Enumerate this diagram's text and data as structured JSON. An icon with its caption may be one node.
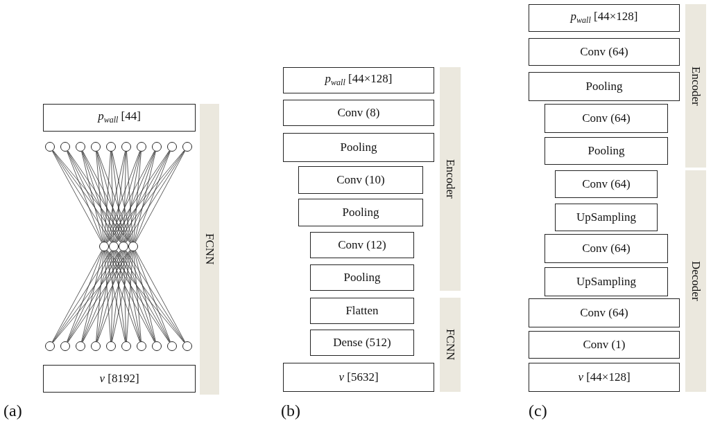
{
  "diagram": {
    "nodes": [
      {
        "text": [
          "*p*$_{wall}$ [44]"
        ]
      },
      {
        "text": [
          "FCNN"
        ]
      },
      {
        "text": [],
        "shape": "circle"
      },
      {
        "text": [],
        "shape": "circle"
      },
      {
        "text": [],
        "shape": "circle"
      },
      {
        "text": [],
        "shape": "circle"
      },
      {
        "text": [],
        "shape": "circle"
      },
      {
        "text": [],
        "shape": "circle"
      },
      {
        "text": [],
        "shape": "circle"
      },
      {
        "text": [],
        "shape": "circle"
      },
      {
        "text": [],
        "shape": "circle"
      },
      {
        "text": [],
        "shape": "circle"
      },
      {
        "text": [],
        "shape": "circle"
      },
      {
        "text": [],
        "shape": "circle"
      },
      {
        "text": [],
        "shape": "circle"
      },
      {
        "text": [],
        "shape": "circle"
      },
      {
        "text": [],
        "shape": "circle"
      },
      {
        "text": [],
        "shape": "circle"
      },
      {
        "text": [],
        "shape": "circle"
      },
      {
        "text": [],
        "shape": "circle"
      },
      {
        "text": [],
        "shape": "circle"
      },
      {
        "text": [],
        "shape": "circle"
      },
      {
        "text": [],
        "shape": "circle"
      },
      {
        "text": [],
        "shape": "circle"
      },
      {
        "text": [],
        "shape": "circle"
      },
      {
        "text": [],
        "shape": "circle"
      },
      {
        "text": [
          "*v* [8192]"
        ]
      },
      {
        "text": [
          "*p*$_{wall}$ [44×128]"
        ]
      },
      {
        "text": [
          "Encoder"
        ]
      },
      {
        "text": [
          "Conv (8)"
        ]
      },
      {
        "text": [
          "Pooling"
        ]
      },
      {
        "text": [
          "Conv (10)"
        ]
      },
      {
        "text": [
          "Pooling"
        ]
      },
      {
        "text": [
          "Conv (12)"
        ]
      },
      {
        "text": [
          "Pooling"
        ]
      },
      {
        "text": [
          "FCNN"
        ]
      },
      {
        "text": [
          "Flatten"
        ]
      },
      {
        "text": [
          "Dense (512)"
        ]
      },
      {
        "text": [
          "*v* [5632]"
        ]
      },
      {
        "text": [
          "*p*$_{wall}$ [44×128]"
        ]
      },
      {
        "text": [
          "Encoder"
        ]
      },
      {
        "text": [
          "Conv (64)"
        ]
      },
      {
        "text": [
          "Pooling"
        ]
      },
      {
        "text": [
          "Conv (64)"
        ]
      },
      {
        "text": [
          "Pooling"
        ]
      },
      {
        "text": [
          "Decoder"
        ]
      },
      {
        "text": [
          "Conv (64)"
        ]
      },
      {
        "text": [
          "UpSampling"
        ]
      },
      {
        "text": [
          "Conv (64)"
        ]
      },
      {
        "text": [
          "UpSampling"
        ]
      },
      {
        "text": [
          "Conv (64)"
        ]
      },
      {
        "text": [
          "Conv (1)"
        ]
      },
      {
        "text": [
          "*v* [44×128]"
        ]
      }
    ],
    "edges": [
      {
        "from": 2,
        "to": 12,
        "arrow": "none"
      },
      {
        "from": 2,
        "to": 13,
        "arrow": "none"
      },
      {
        "from": 2,
        "to": 14,
        "arrow": "none"
      },
      {
        "from": 2,
        "to": 15,
        "arrow": "none"
      },
      {
        "from": 3,
        "to": 12,
        "arrow": "none"
      },
      {
        "from": 3,
        "to": 13,
        "arrow": "none"
      },
      {
        "from": 3,
        "to": 14,
        "arrow": "none"
      },
      {
        "from": 3,
        "to": 15,
        "arrow": "none"
      },
      {
        "from": 4,
        "to": 12,
        "arrow": "none"
      },
      {
        "from": 4,
        "to": 13,
        "arrow": "none"
      },
      {
        "from": 4,
        "to": 14,
        "arrow": "none"
      },
      {
        "from": 4,
        "to": 15,
        "arrow": "none"
      },
      {
        "from": 5,
        "to": 12,
        "arrow": "none"
      },
      {
        "from": 5,
        "to": 13,
        "arrow": "none"
      },
      {
        "from": 5,
        "to": 14,
        "arrow": "none"
      },
      {
        "from": 5,
        "to": 15,
        "arrow": "none"
      },
      {
        "from": 6,
        "to": 12,
        "arrow": "none"
      },
      {
        "from": 6,
        "to": 13,
        "arrow": "none"
      },
      {
        "from": 6,
        "to": 14,
        "arrow": "none"
      },
      {
        "from": 6,
        "to": 15,
        "arrow": "none"
      },
      {
        "from": 7,
        "to": 12,
        "arrow": "none"
      },
      {
        "from": 7,
        "to": 13,
        "arrow": "none"
      },
      {
        "from": 7,
        "to": 14,
        "arrow": "none"
      },
      {
        "from": 7,
        "to": 15,
        "arrow": "none"
      },
      {
        "from": 8,
        "to": 12,
        "arrow": "none"
      },
      {
        "from": 8,
        "to": 13,
        "arrow": "none"
      },
      {
        "from": 8,
        "to": 14,
        "arrow": "none"
      },
      {
        "from": 8,
        "to": 15,
        "arrow": "none"
      },
      {
        "from": 9,
        "to": 12,
        "arrow": "none"
      },
      {
        "from": 9,
        "to": 13,
        "arrow": "none"
      },
      {
        "from": 9,
        "to": 14,
        "arrow": "none"
      },
      {
        "from": 9,
        "to": 15,
        "arrow": "none"
      },
      {
        "from": 10,
        "to": 12,
        "arrow": "none"
      },
      {
        "from": 10,
        "to": 13,
        "arrow": "none"
      },
      {
        "from": 10,
        "to": 14,
        "arrow": "none"
      },
      {
        "from": 10,
        "to": 15,
        "arrow": "none"
      },
      {
        "from": 11,
        "to": 12,
        "arrow": "none"
      },
      {
        "from": 11,
        "to": 13,
        "arrow": "none"
      },
      {
        "from": 11,
        "to": 14,
        "arrow": "none"
      },
      {
        "from": 11,
        "to": 15,
        "arrow": "none"
      },
      {
        "from": 12,
        "to": 16,
        "arrow": "none"
      },
      {
        "from": 12,
        "to": 17,
        "arrow": "none"
      },
      {
        "from": 12,
        "to": 18,
        "arrow": "none"
      },
      {
        "from": 12,
        "to": 19,
        "arrow": "none"
      },
      {
        "from": 12,
        "to": 20,
        "arrow": "none"
      },
      {
        "from": 12,
        "to": 21,
        "arrow": "none"
      },
      {
        "from": 12,
        "to": 22,
        "arrow": "none"
      },
      {
        "from": 12,
        "to": 23,
        "arrow": "none"
      },
      {
        "from": 12,
        "to": 24,
        "arrow": "none"
      },
      {
        "from": 12,
        "to": 25,
        "arrow": "none"
      },
      {
        "from": 13,
        "to": 16,
        "arrow": "none"
      },
      {
        "from": 13,
        "to": 17,
        "arrow": "none"
      },
      {
        "from": 13,
        "to": 18,
        "arrow": "none"
      },
      {
        "from": 13,
        "to": 19,
        "arrow": "none"
      },
      {
        "from": 13,
        "to": 20,
        "arrow": "none"
      },
      {
        "from": 13,
        "to": 21,
        "arrow": "none"
      },
      {
        "from": 13,
        "to": 22,
        "arrow": "none"
      },
      {
        "from": 13,
        "to": 23,
        "arrow": "none"
      },
      {
        "from": 13,
        "to": 24,
        "arrow": "none"
      },
      {
        "from": 13,
        "to": 25,
        "arrow": "none"
      },
      {
        "from": 14,
        "to": 16,
        "arrow": "none"
      },
      {
        "from": 14,
        "to": 17,
        "arrow": "none"
      },
      {
        "from": 14,
        "to": 18,
        "arrow": "none"
      },
      {
        "from": 14,
        "to": 19,
        "arrow": "none"
      },
      {
        "from": 14,
        "to": 20,
        "arrow": "none"
      },
      {
        "from": 14,
        "to": 21,
        "arrow": "none"
      },
      {
        "from": 14,
        "to": 22,
        "arrow": "none"
      },
      {
        "from": 14,
        "to": 23,
        "arrow": "none"
      },
      {
        "from": 14,
        "to": 24,
        "arrow": "none"
      },
      {
        "from": 14,
        "to": 25,
        "arrow": "none"
      },
      {
        "from": 15,
        "to": 16,
        "arrow": "none"
      },
      {
        "from": 15,
        "to": 17,
        "arrow": "none"
      },
      {
        "from": 15,
        "to": 18,
        "arrow": "none"
      },
      {
        "from": 15,
        "to": 19,
        "arrow": "none"
      },
      {
        "from": 15,
        "to": 20,
        "arrow": "none"
      },
      {
        "from": 15,
        "to": 21,
        "arrow": "none"
      },
      {
        "from": 15,
        "to": 22,
        "arrow": "none"
      },
      {
        "from": 15,
        "to": 23,
        "arrow": "none"
      },
      {
        "from": 15,
        "to": 24,
        "arrow": "none"
      },
      {
        "from": 15,
        "to": 25,
        "arrow": "none"
      }
    ],
    "labels": [
      "(a)",
      "(b)",
      "(c)"
    ]
  }
}
